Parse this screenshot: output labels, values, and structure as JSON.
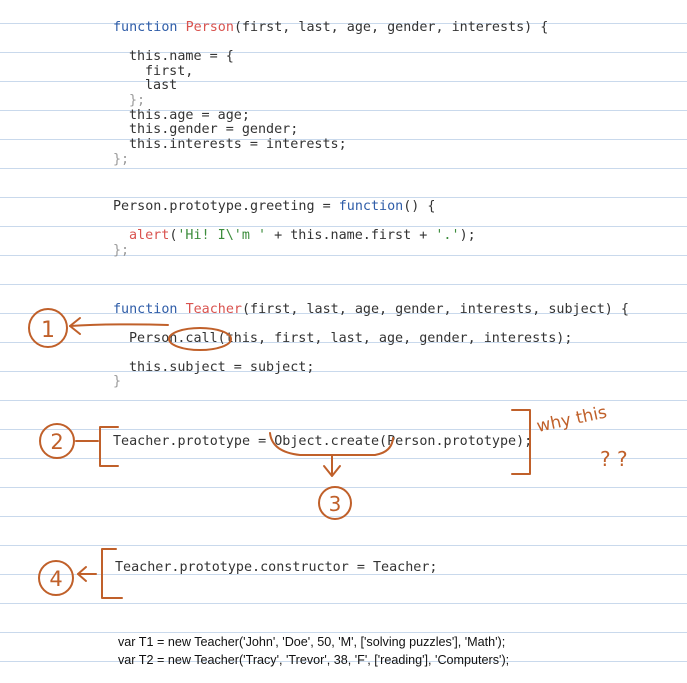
{
  "code": {
    "person_fn": {
      "kw": "function",
      "name": "Person",
      "params": "(first, last, age, gender, interests) {",
      "name_open": "this.name = {",
      "first": "first,",
      "last": "last",
      "name_close": "};",
      "age": "this.age = age;",
      "gender": "this.gender = gender;",
      "interests": "this.interests = interests;",
      "close": "};"
    },
    "greeting": {
      "head_pre": "Person.prototype.greeting = ",
      "head_kw": "function",
      "head_post": "() {",
      "alert_fn": "alert",
      "alert_open": "(",
      "alert_str1": "'Hi! I\\'m '",
      "alert_mid": " + this.name.first + ",
      "alert_str2": "'.'",
      "alert_close": ");",
      "close": "};"
    },
    "teacher_fn": {
      "kw": "function",
      "name": "Teacher",
      "params": "(first, last, age, gender, interests, subject) {",
      "call_line": "Person.call(this, first, last, age, gender, interests);",
      "subject_line": "this.subject = subject;",
      "close": "}"
    },
    "prototype_line": "Teacher.prototype = Object.create(Person.prototype);",
    "constructor_line": "Teacher.prototype.constructor = Teacher;",
    "instances": [
      "var T1 = new Teacher('John', 'Doe', 50, 'M', ['solving puzzles'], 'Math');",
      "var T2 = new Teacher('Tracy', 'Trevor', 38, 'F', ['reading'], 'Computers');"
    ]
  },
  "annotations": {
    "marker_1": "1",
    "marker_2": "2",
    "marker_3": "3",
    "marker_4": "4",
    "note_why": "why this",
    "note_q": "? ?",
    "ink_color": "#c0602a"
  }
}
